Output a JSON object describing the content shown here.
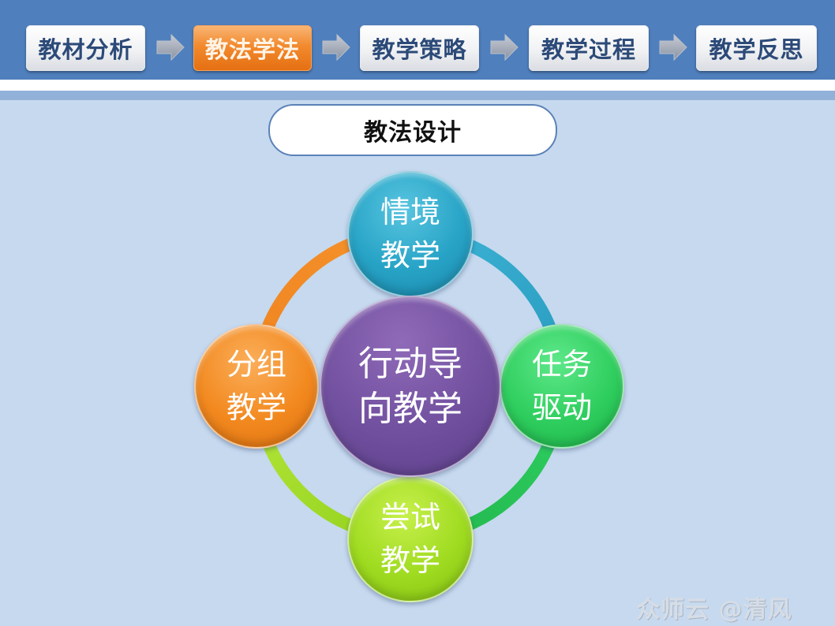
{
  "nav": {
    "steps": [
      {
        "label": "教材分析",
        "active": false
      },
      {
        "label": "教法学法",
        "active": true
      },
      {
        "label": "教学策略",
        "active": false
      },
      {
        "label": "教学过程",
        "active": false
      },
      {
        "label": "教学反思",
        "active": false
      }
    ],
    "arrow_icon": "right-arrow-icon"
  },
  "title": "教法设计",
  "diagram": {
    "center": {
      "line1": "行动导",
      "line2": "向教学",
      "color": "#71509f"
    },
    "nodes": {
      "top": {
        "line1": "情境",
        "line2": "教学",
        "color": "#27a3c6"
      },
      "right": {
        "line1": "任务",
        "line2": "驱动",
        "color": "#2fce5e"
      },
      "bottom": {
        "line1": "尝试",
        "line2": "教学",
        "color": "#9fdb20"
      },
      "left": {
        "line1": "分组",
        "line2": "教学",
        "color": "#f2891f"
      }
    }
  },
  "colors": {
    "header": "#4f7fbd",
    "background": "#c6d9ef",
    "active_tab": "#f28a2e",
    "tab_text": "#2c4a78"
  },
  "watermark": "众师云 @清风"
}
